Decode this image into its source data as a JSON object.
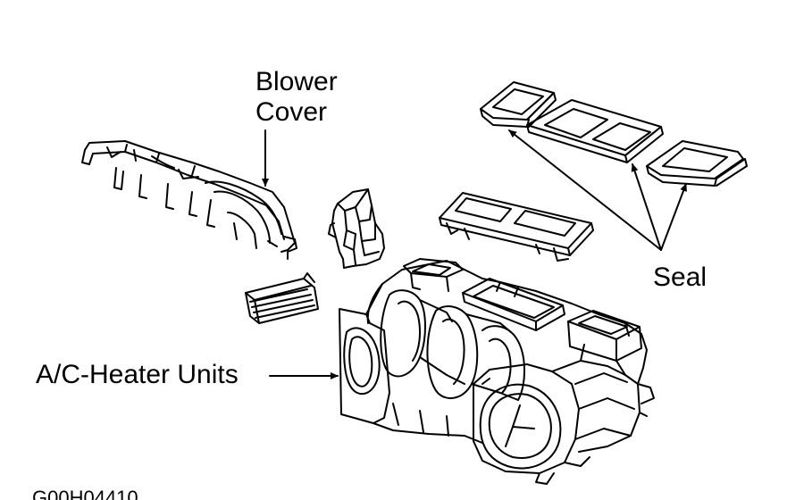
{
  "labels": {
    "blower_cover_line1": "Blower",
    "blower_cover_line2": "Cover",
    "seal": "Seal",
    "ac_heater_units": "A/C-Heater Units",
    "figure_code": "G00H04410"
  },
  "colors": {
    "ink": "#000000",
    "paper": "#ffffff"
  }
}
